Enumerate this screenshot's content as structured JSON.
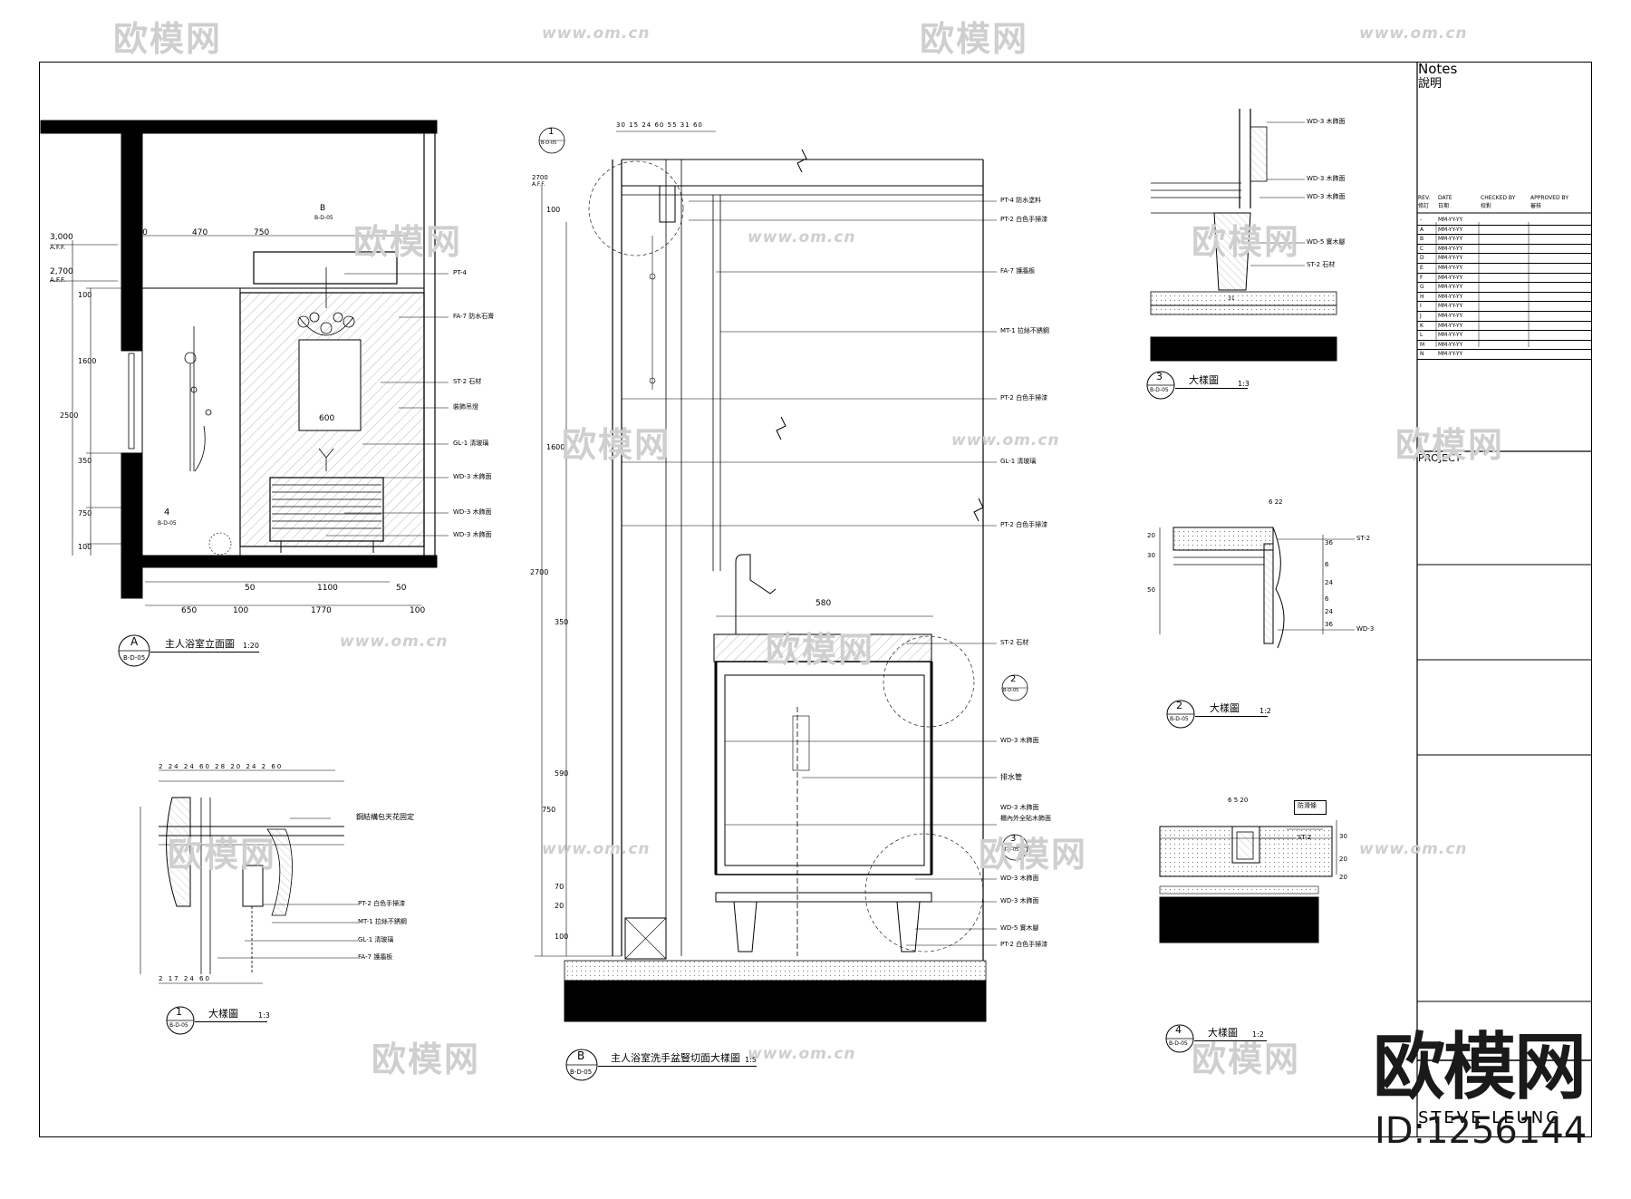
{
  "title_block": {
    "notes_en": "Notes",
    "notes_cn": "說明",
    "rev_col": "REV.",
    "rev_col_cn": "修訂",
    "date_col": "DATE",
    "date_col_cn": "日期",
    "checked_col": "CHECKED BY",
    "checked_col_cn": "校對",
    "approved_col": "APPROVED BY",
    "approved_col_cn": "審核",
    "rev_rows": [
      {
        "rev": "-",
        "date": "MM-YY-YY"
      },
      {
        "rev": "A",
        "date": "MM-YY-YY"
      },
      {
        "rev": "B",
        "date": "MM-YY-YY"
      },
      {
        "rev": "C",
        "date": "MM-YY-YY"
      },
      {
        "rev": "D",
        "date": "MM-YY-YY"
      },
      {
        "rev": "E",
        "date": "MM-YY-YY"
      },
      {
        "rev": "F",
        "date": "MM-YY-YY"
      },
      {
        "rev": "G",
        "date": "MM-YY-YY"
      },
      {
        "rev": "H",
        "date": "MM-YY-YY"
      },
      {
        "rev": "I",
        "date": "MM-YY-YY"
      },
      {
        "rev": "J",
        "date": "MM-YY-YY"
      },
      {
        "rev": "K",
        "date": "MM-YY-YY"
      },
      {
        "rev": "L",
        "date": "MM-YY-YY"
      },
      {
        "rev": "M",
        "date": "MM-YY-YY"
      },
      {
        "rev": "N",
        "date": "MM-YY-YY"
      }
    ],
    "project_label": "PROJECT",
    "designer": "STEVE LEUNG"
  },
  "drawings": {
    "a": {
      "letter": "A",
      "ref": "B-D-05",
      "title": "主人浴室立面圖",
      "scale": "1:20"
    },
    "b": {
      "letter": "B",
      "ref": "B-D-05",
      "title": "主人浴室洗手盆豎切面大樣圖",
      "scale": "1:5"
    },
    "d1": {
      "letter": "1",
      "ref": "B-D-05",
      "title": "大樣圖",
      "scale": "1:3"
    },
    "d2": {
      "letter": "2",
      "ref": "B-D-05",
      "title": "大樣圖",
      "scale": "1:2"
    },
    "d3": {
      "letter": "3",
      "ref": "B-D-05",
      "title": "大樣圖",
      "scale": "1:3"
    },
    "d4": {
      "letter": "4",
      "ref": "B-D-05",
      "title": "大樣圖",
      "scale": "1:2"
    }
  },
  "elevation_a": {
    "dims_top": [
      "1100",
      "470",
      "750"
    ],
    "level_1": "3,000",
    "level_1_sub": "A.F.F.",
    "level_2": "2,700",
    "level_2_sub": "A.F.F.",
    "dims_left": [
      "100",
      "1600",
      "2500",
      "350",
      "750",
      "100"
    ],
    "dims_bottom_1": [
      "50",
      "1100",
      "50"
    ],
    "dims_bottom_2": [
      "650",
      "100",
      "1770",
      "100"
    ],
    "inner_dim": "600",
    "callout_b": "B",
    "callout_b_ref": "B-D-05",
    "callout_4": "4",
    "callout_4_ref": "B-D-05",
    "labels": [
      {
        "code": "PT-4",
        "text": ""
      },
      {
        "code": "FA-7",
        "text": "防水石膏"
      },
      {
        "code": "ST-2",
        "text": "石材"
      },
      {
        "code": "",
        "text": "裝飾吊燈"
      },
      {
        "code": "GL-1",
        "text": "清玻璃"
      },
      {
        "code": "WD-3",
        "text": "木飾面"
      },
      {
        "code": "WD-3",
        "text": "木飾面"
      },
      {
        "code": "WD-3",
        "text": "木飾面"
      }
    ]
  },
  "section_b": {
    "level": "2700",
    "level_sub": "A.F.F.",
    "dims_top": [
      "30",
      "15",
      "24",
      "60",
      "55",
      "31",
      "60"
    ],
    "dims_left": [
      "100",
      "1600",
      "2700",
      "350",
      "590",
      "750",
      "70",
      "20",
      "100"
    ],
    "dim_580": "580",
    "callout_1": "1",
    "callout_1_ref": "B-D-05",
    "callout_2": "2",
    "callout_2_ref": "B-D-05",
    "callout_3": "3",
    "callout_3_ref": "B-D-05",
    "labels": [
      {
        "code": "PT-4",
        "text": "防水塗料"
      },
      {
        "code": "PT-2",
        "text": "白色手掃漆"
      },
      {
        "code": "FA-7",
        "text": "護牆板"
      },
      {
        "code": "MT-1",
        "text": "拉絲不銹鋼"
      },
      {
        "code": "PT-2",
        "text": "白色手掃漆"
      },
      {
        "code": "GL-1",
        "text": "清玻璃"
      },
      {
        "code": "PT-2",
        "text": "白色手掃漆"
      },
      {
        "code": "ST-2",
        "text": "石材"
      },
      {
        "code": "WD-3",
        "text": "木飾面"
      },
      {
        "code": "",
        "text": "排水管"
      },
      {
        "code": "WD-3",
        "text": "木飾面"
      },
      {
        "code": "",
        "text": "櫃內外全貼木飾面"
      },
      {
        "code": "WD-3",
        "text": "木飾面"
      },
      {
        "code": "WD-3",
        "text": "木飾面"
      },
      {
        "code": "WD-5",
        "text": "實木腳"
      },
      {
        "code": "PT-2",
        "text": "白色手掃漆"
      }
    ]
  },
  "detail_1": {
    "dims_top": [
      "2",
      "24",
      "24",
      "60",
      "28",
      "20",
      "24",
      "2",
      "60"
    ],
    "dims_bottom": [
      "2",
      "17",
      "24",
      "60"
    ],
    "labels": [
      {
        "code": "",
        "text": "鋼結構包天花固定"
      },
      {
        "code": "PT-2",
        "text": "白色手掃漆"
      },
      {
        "code": "MT-1",
        "text": "拉絲不銹鋼"
      },
      {
        "code": "GL-1",
        "text": "清玻璃"
      },
      {
        "code": "FA-7",
        "text": "護牆板"
      }
    ]
  },
  "detail_3": {
    "labels": [
      {
        "code": "WD-3",
        "text": "木飾面"
      },
      {
        "code": "WD-3",
        "text": "木飾面"
      },
      {
        "code": "WD-3",
        "text": "木飾面"
      },
      {
        "code": "WD-5",
        "text": "實木腳"
      },
      {
        "code": "ST-2",
        "text": "石材"
      }
    ],
    "dim": "31"
  },
  "detail_2": {
    "dims_top": [
      "6",
      "22"
    ],
    "dims_left": [
      "20",
      "30",
      "50"
    ],
    "dims_right": [
      "36",
      "6",
      "24",
      "6",
      "24",
      "36"
    ],
    "labels": [
      {
        "code": "ST-2",
        "text": ""
      },
      {
        "code": "WD-3",
        "text": ""
      }
    ]
  },
  "detail_4": {
    "dims_top": [
      "6",
      "5",
      "20"
    ],
    "dims_right": [
      "30",
      "20",
      "20"
    ],
    "tag": "防滑條",
    "labels": [
      {
        "code": "ST-2",
        "text": ""
      }
    ]
  },
  "watermark": {
    "brand_cn": "欧模网",
    "url": "www.om.cn",
    "id": "ID:1256144"
  }
}
